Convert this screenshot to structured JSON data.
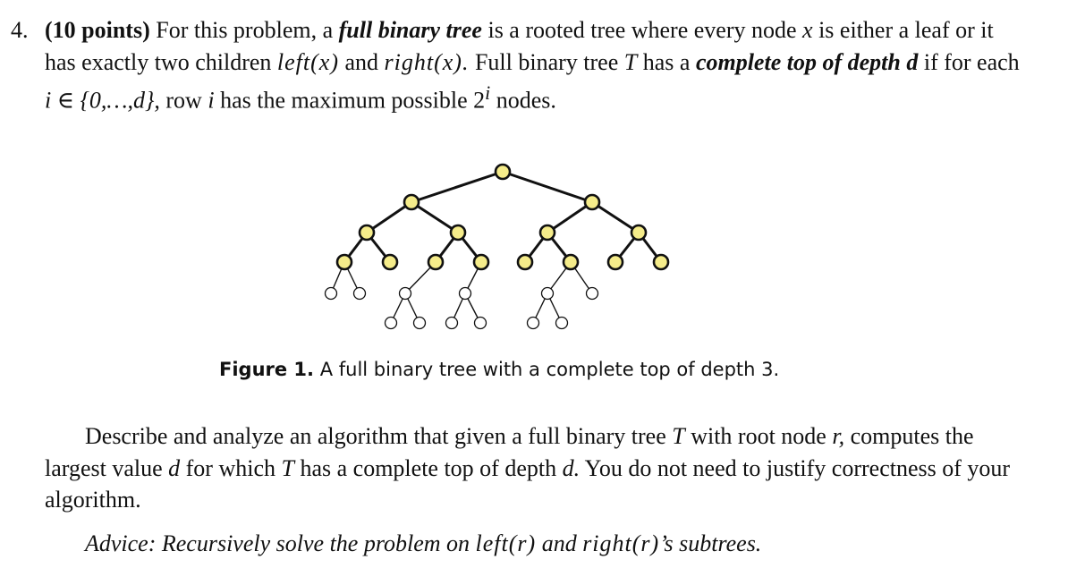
{
  "problem": {
    "number": "4.",
    "points": "(10 points)",
    "intro_a": "For this problem, a",
    "term_full_binary_tree": "full binary tree",
    "intro_b": "is a rooted tree where every node",
    "var_x": "x",
    "intro_c": "is either a leaf or it has exactly two children",
    "left_x": "left(x)",
    "and": "and",
    "right_x": "right(x).",
    "intro_d": "Full binary tree",
    "var_T": "T",
    "intro_e": "has a",
    "term_complete_top": "complete top of depth d",
    "intro_f": "if for each",
    "cond": "i ∈ {0,…,d},",
    "intro_g": "row",
    "var_i": "i",
    "intro_h": "has the maximum possible 2",
    "sup_i": "i",
    "intro_i": "nodes."
  },
  "figure": {
    "caption_label": "Figure 1.",
    "caption_text": "A full binary tree with a complete top of depth 3.",
    "complete_top_color": "#f5ec8a",
    "other_node_color": "#ffffff"
  },
  "task": {
    "text_a": "Describe and analyze an algorithm that given a full binary tree",
    "var_T": "T",
    "text_b": "with root node",
    "var_r": "r,",
    "text_c": "computes the largest value",
    "var_d": "d",
    "text_d": "for which",
    "var_T2": "T",
    "text_e": "has a complete top of depth",
    "var_d2": "d.",
    "text_f": "You do not need to justify correctness of your algorithm."
  },
  "advice": {
    "text_a": "Advice: Recursively solve the problem on",
    "left_r": "left(r)",
    "and": "and",
    "right_r": "right(r)",
    "text_b": "’s subtrees."
  }
}
